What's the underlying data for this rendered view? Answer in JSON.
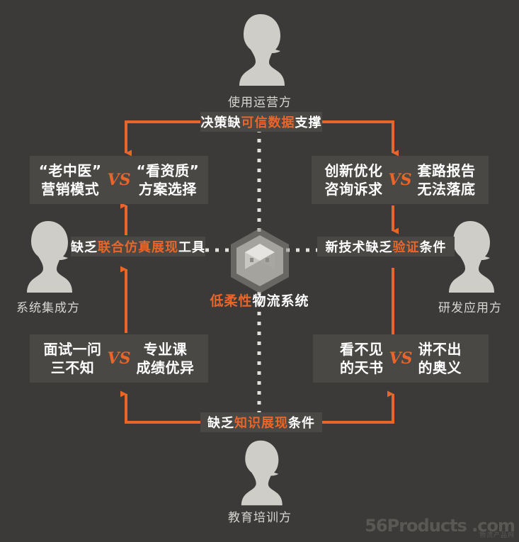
{
  "theme": {
    "background": "#3b3a39",
    "panel": "#4a4845",
    "accent": "#e8662a",
    "text": "#ffffff",
    "muted": "#d8d6d2",
    "silhouette": "#cfcdc8",
    "dotted": "#e8e6e2"
  },
  "center": {
    "icon": "cube-hexagon-icon",
    "label_highlight": "低柔性",
    "label_rest": "物流系统"
  },
  "actors": [
    {
      "id": "top",
      "icon": "person-silhouette-icon",
      "label": "使用运营方"
    },
    {
      "id": "left",
      "icon": "person-silhouette-icon",
      "label": "系统集成方"
    },
    {
      "id": "right",
      "icon": "person-silhouette-icon",
      "label": "研发应用方"
    },
    {
      "id": "bottom",
      "icon": "person-silhouette-icon",
      "label": "教育培训方"
    }
  ],
  "strips": [
    {
      "id": "top-strip",
      "prefix": "决策缺",
      "highlight": "可信数据",
      "suffix": "支撑"
    },
    {
      "id": "left-strip",
      "prefix": "缺乏",
      "highlight": "联合仿真展现",
      "suffix": "工具"
    },
    {
      "id": "right-strip",
      "prefix": "新技术缺乏",
      "highlight": "验证",
      "suffix": "条件"
    },
    {
      "id": "bottom-strip",
      "prefix": "缺乏",
      "highlight": "知识展现",
      "suffix": "条件"
    }
  ],
  "vs_boxes": [
    {
      "id": "top-left-box",
      "left": "“老中医”\n营销模式",
      "vs": "VS",
      "right": "“看资质”\n方案选择"
    },
    {
      "id": "top-right-box",
      "left": "创新优化\n咨询诉求",
      "vs": "VS",
      "right": "套路报告\n无法落底"
    },
    {
      "id": "bottom-left-box",
      "left": "面试一问\n三不知",
      "vs": "VS",
      "right": "专业课\n成绩优异"
    },
    {
      "id": "bottom-right-box",
      "left": "看不见\n的天书",
      "vs": "VS",
      "right": "讲不出\n的奥义"
    }
  ],
  "watermark": {
    "main": "56Products .com",
    "sub": "物流产品网"
  }
}
